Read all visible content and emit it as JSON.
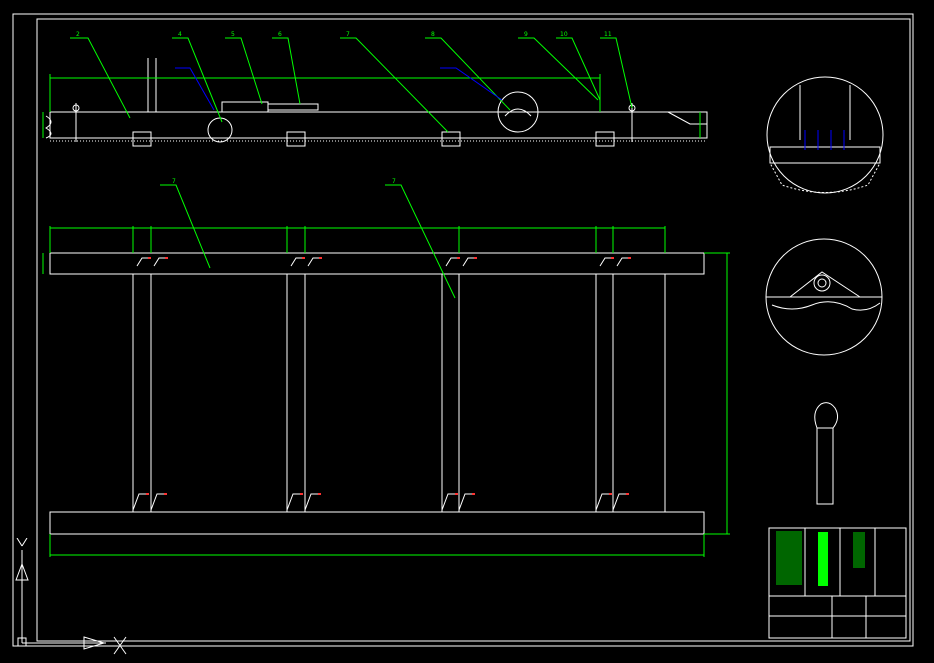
{
  "app": {
    "title": ""
  },
  "colors": {
    "background": "#000000",
    "geometry": "#ffffff",
    "dimension": "#00ff00",
    "leader": "#00ff00",
    "accent": "#0000ff",
    "hatch": "#ffffff",
    "title_block": "#00ff00",
    "marker": "#ff3333"
  },
  "labels": {
    "balloons_top": [
      "2",
      "4",
      "5",
      "6",
      "7",
      "8",
      "9",
      "10",
      "11"
    ],
    "balloons_plan": [
      "7",
      "7"
    ],
    "detail_a_caption": "",
    "detail_b_caption": "",
    "title_block_name": "",
    "title_block_drawing_no": ""
  },
  "icons": {
    "ucs": "ucs-axis-icon"
  }
}
